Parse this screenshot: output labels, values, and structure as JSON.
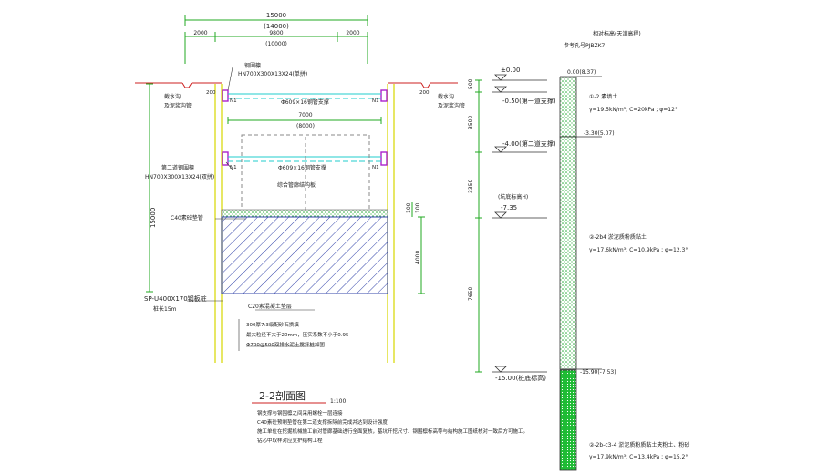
{
  "dimensions": {
    "total": "15000",
    "inner": "(14000)",
    "left_offset": "2000",
    "center": "9800",
    "center_sub": "(10000)",
    "right_offset": "2000",
    "inner_width": "7000",
    "inner_width_sub": "(8000)",
    "small_200_left": "200",
    "small_200_right": "200",
    "vertical_total": "15000"
  },
  "labels": {
    "steel_purlin": "钢围檩",
    "purlin_spec_1": "HN700X300X13X24(单拼)",
    "drain_left": "截水沟",
    "drain_left_sub": "及泥浆沟管",
    "drain_right": "截水沟",
    "drain_right_sub": "及泥浆沟管",
    "pipe_strut_1": "Φ609×16钢管支撑",
    "second_purlin": "第二道钢围檩",
    "purlin_spec_2": "HN700X300X13X24(双拼)",
    "pipe_strut_2": "Φ609×16钢管支撑",
    "utility_tunnel": "综合管廊结构板",
    "c40_pipe": "C40素砼垫管",
    "sheet_pile": "SP-U400X170钢板桩",
    "pile_length": "桩长15m",
    "c20_cushion": "C20素混凝土垫层",
    "gravel_1": "300厚7:3级配砂石换填",
    "gravel_2": "最大粒径不大于20mm，压实系数不小于0.95",
    "gravel_3": "Φ700@500双排水泥土搅拌桩加固",
    "n1_a": "N1",
    "n1_b": "N1",
    "n1_c": "N1",
    "n1_d": "N1",
    "dim_100": "100",
    "dim_100b": "100",
    "dim_4000": "4000"
  },
  "elevations": {
    "e0": "±0.00",
    "e1": "-0.50(第一道支撑)",
    "e2": "-4.00(第二道支撑)",
    "e3_note": "(坑底标高H)",
    "e3": "-7.35",
    "e4": "-15.00(桩底标高)",
    "seg_500": "500",
    "seg_3500": "3500",
    "seg_3350": "3350",
    "seg_7650": "7650"
  },
  "title": {
    "main": "2-2剖面图",
    "scale": "1:100"
  },
  "notes": [
    "钢支撑与钢围檩之间采用螺栓一层连接",
    "C40素砼预制垫管在第二道支撑拆除前完成并达到设计强度",
    "施工单位在挖掘机械施工前对管廊基础进行全面复核，基坑开挖尺寸、钢围檩标高等与结构施工图纸核对一致后方可施工。",
    "钻芯中取样对应支护结构工程"
  ],
  "borehole": {
    "title": "相对标高(天津高程)",
    "id": "参考孔号PJBZK7",
    "top": "0.00(8.37)",
    "layer1_no": "①-2 素填土",
    "layer1_params": "γ=19.5kN/m³; C=20kPa ; φ=12°",
    "mid1": "-3.30(5.07)",
    "layer2_no": "②-2b4 淤泥质粉质黏土",
    "layer2_params": "γ=17.6kN/m³; C=10.9kPa ; φ=12.3°",
    "mid2": "-15.90(-7.53)",
    "layer3_no": "②-2b-c3-4 淤泥质粉质黏土夹粉土、粉砂",
    "layer3_params": "γ=17.9kN/m³; C=13.4kPa ; φ=15.2°"
  }
}
